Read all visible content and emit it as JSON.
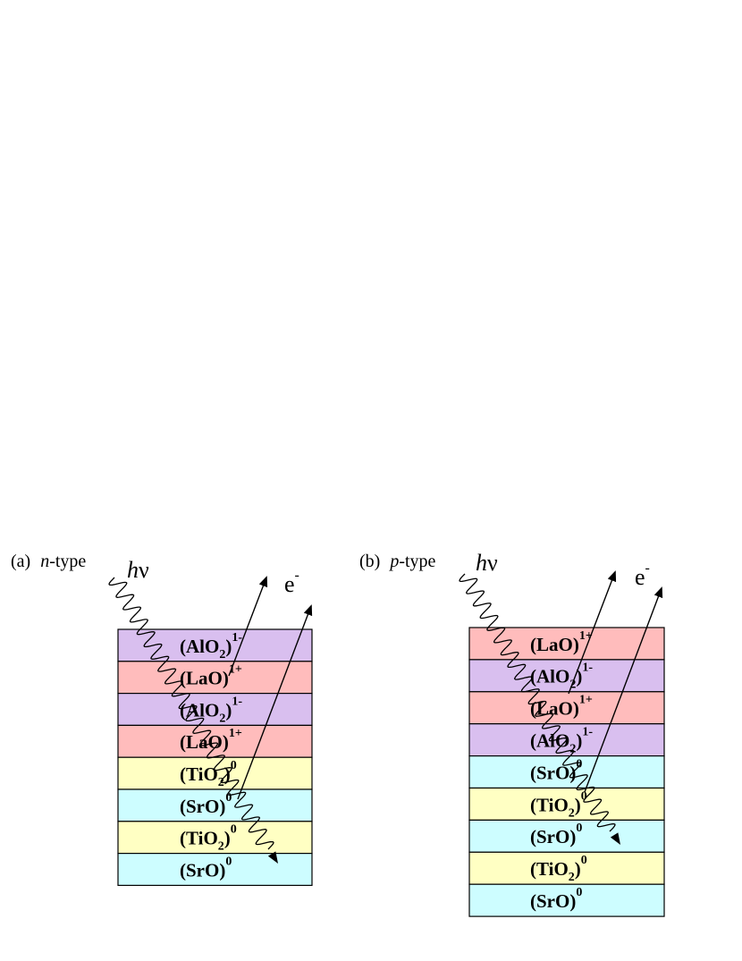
{
  "panels": [
    {
      "id": "a",
      "label_prefix": "(a)",
      "label_type_italic": "n",
      "label_type_suffix": "-type",
      "photon_h": "h",
      "photon_nu": "ν",
      "electron_base": "e",
      "electron_sup": "-",
      "layers": [
        {
          "name": "(AlO",
          "sub": "2",
          "close": ")",
          "charge": "1-",
          "color": "#d9bfef"
        },
        {
          "name": "(LaO",
          "sub": "",
          "close": ")",
          "charge": "1+",
          "color": "#ffbcbc"
        },
        {
          "name": "(AlO",
          "sub": "2",
          "close": ")",
          "charge": "1-",
          "color": "#d9bfef"
        },
        {
          "name": "(LaO",
          "sub": "",
          "close": ")",
          "charge": "1+",
          "color": "#ffbcbc"
        },
        {
          "name": "(TiO",
          "sub": "2",
          "close": ")",
          "charge": "0",
          "color": "#ffffc3"
        },
        {
          "name": "(SrO",
          "sub": "",
          "close": ")",
          "charge": "0",
          "color": "#cdfdff"
        },
        {
          "name": "(TiO",
          "sub": "2",
          "close": ")",
          "charge": "0",
          "color": "#ffffc3"
        },
        {
          "name": "(SrO",
          "sub": "",
          "close": ")",
          "charge": "0",
          "color": "#cdfdff"
        }
      ]
    },
    {
      "id": "b",
      "label_prefix": "(b)",
      "label_type_italic": "p",
      "label_type_suffix": "-type",
      "photon_h": "h",
      "photon_nu": "ν",
      "electron_base": "e",
      "electron_sup": "-",
      "layers": [
        {
          "name": "(LaO",
          "sub": "",
          "close": ")",
          "charge": "1+",
          "color": "#ffbcbc"
        },
        {
          "name": "(AlO",
          "sub": "2",
          "close": ")",
          "charge": "1-",
          "color": "#d9bfef"
        },
        {
          "name": "(LaO",
          "sub": "",
          "close": ")",
          "charge": "1+",
          "color": "#ffbcbc"
        },
        {
          "name": "(AlO",
          "sub": "2",
          "close": ")",
          "charge": "1-",
          "color": "#d9bfef"
        },
        {
          "name": "(SrO",
          "sub": "",
          "close": ")",
          "charge": "0",
          "color": "#cdfdff"
        },
        {
          "name": "(TiO",
          "sub": "2",
          "close": ")",
          "charge": "0",
          "color": "#ffffc3"
        },
        {
          "name": "(SrO",
          "sub": "",
          "close": ")",
          "charge": "0",
          "color": "#cdfdff"
        },
        {
          "name": "(TiO",
          "sub": "2",
          "close": ")",
          "charge": "0",
          "color": "#ffffc3"
        },
        {
          "name": "(SrO",
          "sub": "",
          "close": ")",
          "charge": "0",
          "color": "#cdfdff"
        }
      ]
    }
  ]
}
